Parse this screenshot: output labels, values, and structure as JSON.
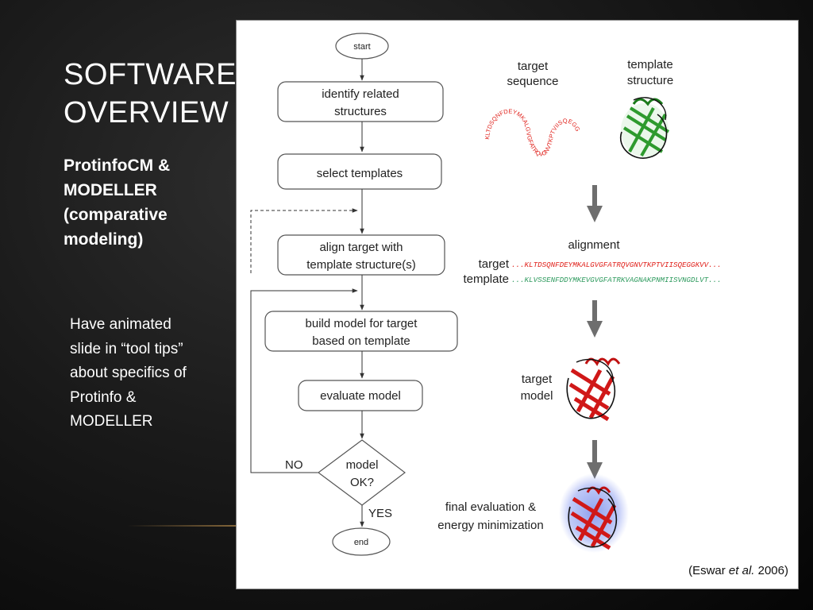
{
  "slide": {
    "title_line1": "Software",
    "title_line2": "Overview",
    "subtitle": "ProtinfoCM & MODELLER (comparative modeling)",
    "note": "Have animated slide in “tool tips” about specifics of Protinfo & MODELLER"
  },
  "flowchart": {
    "start": "start",
    "step1_line1": "identify related",
    "step1_line2": "structures",
    "step2": "select templates",
    "step3_line1": "align target with",
    "step3_line2": "template structure(s)",
    "step4_line1": "build model for target",
    "step4_line2": "based on template",
    "step5": "evaluate model",
    "decision_line1": "model",
    "decision_line2": "OK?",
    "no_label": "NO",
    "yes_label": "YES",
    "end": "end"
  },
  "pipeline": {
    "target_sequence_line1": "target",
    "target_sequence_line2": "sequence",
    "template_structure_line1": "template",
    "template_structure_line2": "structure",
    "alignment": "alignment",
    "target_row_label": "target",
    "template_row_label": "template",
    "target_seq": "...KLTDSQNFDEYMKALGVGFATRQVGNVTKPTVIISQEGGKVV...",
    "template_seq": "...KLVSSENFDDYMKEVGVGFATRKVAGNAKPNMIISVNGDLVT...",
    "target_model_line1": "target",
    "target_model_line2": "model",
    "final_line1": "final evaluation &",
    "final_line2": "energy minimization",
    "curvy_seq": "KLTDSQNFDEYMKALGVGFATRQVGNVTKPTVIISQEGGKVV"
  },
  "citation": {
    "prefix": "(Eswar ",
    "italic": "et al.",
    "suffix": " 2006)"
  },
  "colors": {
    "target_red": "#e0201a",
    "template_green": "#2e9a2e",
    "arrow_gray": "#6e6e6e",
    "glow_blue": "#3050e0"
  }
}
